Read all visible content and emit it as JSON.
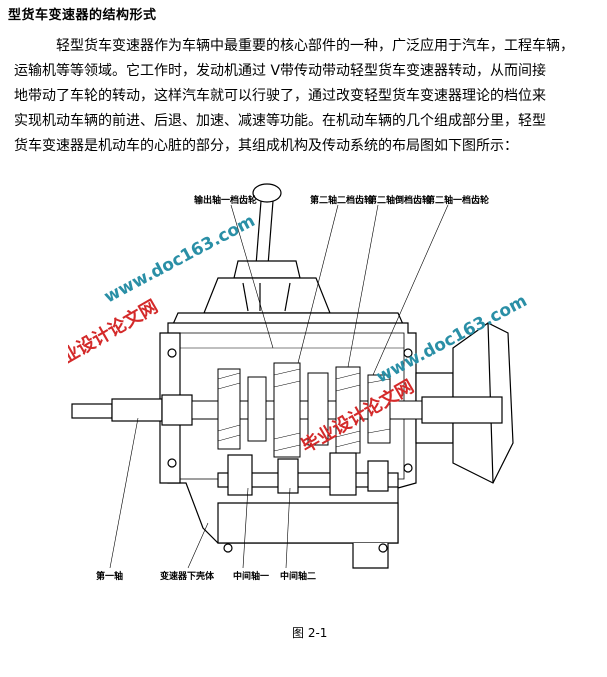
{
  "heading": "型货车变速器的结构形式",
  "paragraph_lines": [
    "轻型货车变速器作为车辆中最重要的核心部件的一种，广泛应用于汽车，工程车辆，",
    "运输机等等领域。它工作时，发动机通过 V带传动带动轻型货车变速器转动，从而间接",
    "地带动了车轮的转动，这样汽车就可以行驶了，通过改变轻型货车变速器理论的档位来",
    "实现机动车辆的前进、后退、加速、减速等功能。在机动车辆的几个组成部分里，轻型",
    "货车变速器是机动车的心脏的部分，其组成机构及传动系统的布局图如下图所示："
  ],
  "figure": {
    "top_labels": [
      "输出轴一档齿轮",
      "第二轴二档齿轮",
      "第二轴倒档齿轮",
      "第二轴一档齿轮"
    ],
    "bottom_labels": [
      "第一轴",
      "变速器下壳体",
      "中间轴一",
      "中间轴二"
    ],
    "watermark_url": "www.doc163.com",
    "watermark_site": "毕业设计论文网"
  },
  "caption": "图 2-1"
}
